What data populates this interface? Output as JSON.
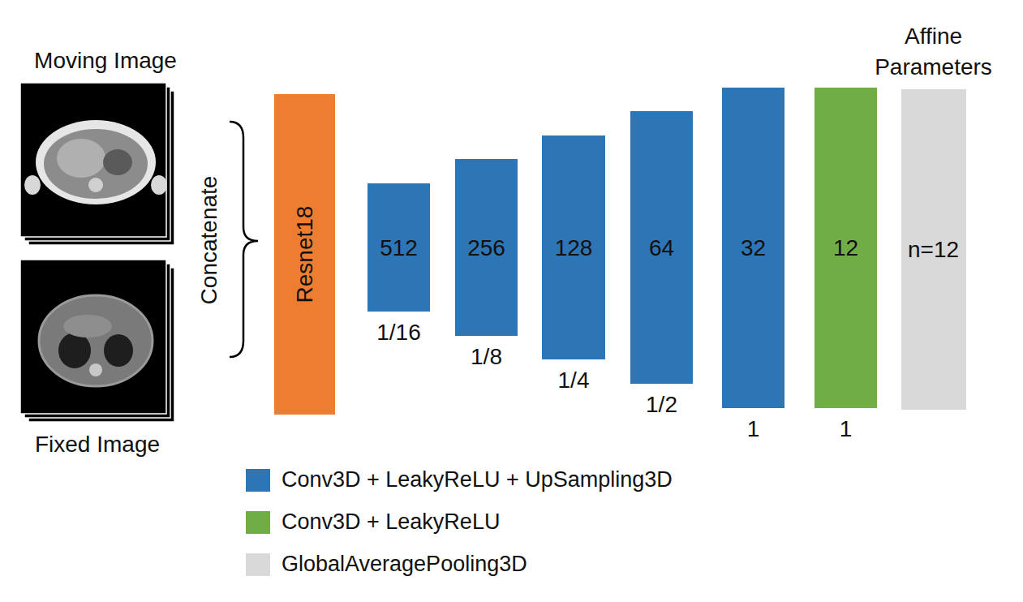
{
  "diagram": {
    "nodes": [
      {
        "text": [
          "Resnet18"
        ]
      },
      {
        "text": [
          "512",
          "1/16"
        ]
      },
      {
        "text": [
          "256",
          "1/8"
        ]
      },
      {
        "text": [
          "128",
          "1/4"
        ]
      },
      {
        "text": [
          "64",
          "1/2"
        ]
      },
      {
        "text": [
          "32",
          "1"
        ]
      },
      {
        "text": [
          "12",
          "1"
        ]
      },
      {
        "text": [
          "Affine Parameters",
          "n=12"
        ]
      }
    ],
    "labels": [
      "Moving Image",
      "Concatenate",
      "Fixed Image"
    ],
    "legend": [
      {
        "text": "Conv3D + LeakyReLU + UpSampling3D",
        "color": "#2e75b6"
      },
      {
        "text": "Conv3D + LeakyReLU",
        "color": "#70ad47"
      },
      {
        "text": "GlobalAveragePooling3D",
        "color": "#d9d9d9"
      }
    ]
  }
}
